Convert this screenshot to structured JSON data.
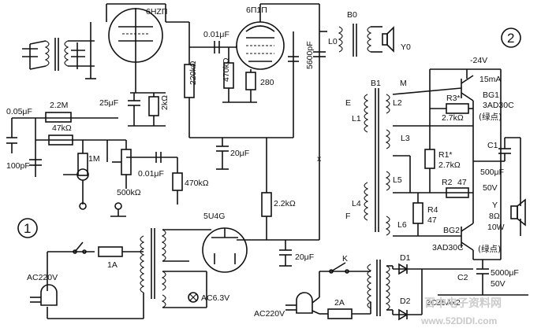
{
  "circuit_numbers": {
    "one": "1",
    "two": "2"
  },
  "tube_amp": {
    "tube_v1": "6HZΠ",
    "tube_v2": "6Π1Π",
    "rectifier_tube": "5U4G",
    "output_transformer": "B0",
    "speaker": "Y0",
    "output_inductor": "L0",
    "cap_input": "0.05μF",
    "res_2m2": "2.2M",
    "res_47k": "47kΩ",
    "cap_100p": "100pF",
    "res_1m": "1M",
    "pot_500k": "500kΩ",
    "cap_001_grid": "0.01μF",
    "res_470k_low": "470kΩ",
    "cap_25u": "25μF",
    "res_2k": "2kΩ",
    "cap_001_top": "0.01μF",
    "res_220k": "220kΩ",
    "res_470k": "470kΩ",
    "res_280": "280",
    "cap_5600p": "5600pF",
    "cap_20u_mid": "20μF",
    "res_2k2": "2.2kΩ",
    "cap_20u_low": "20μF",
    "fuse": "1A",
    "mains": "AC220V",
    "heater": "AC6.3V",
    "cross_mark": "x"
  },
  "transistor_amp": {
    "supply": "-24V",
    "current": "15mA",
    "q1_name": "BG1",
    "q1_type": "3AD30C",
    "q1_mark": "(绿点)",
    "q2_name": "BG2",
    "q2_type": "3AD30C",
    "q2_mark": "(绿点)",
    "transformer_b1": "B1",
    "core_m": "M",
    "terminal_e": "E",
    "terminal_f": "F",
    "coils": [
      "L1",
      "L2",
      "L3",
      "L4",
      "L5",
      "L6"
    ],
    "r3": "R3*",
    "r3_val": "2.7kΩ",
    "r1": "R1*",
    "r1_val": "2.7kΩ",
    "r2": "R2",
    "r2_val": "47",
    "r4": "R4",
    "r4_val": "47",
    "c1": "C1",
    "c1_val": "500μF",
    "c1_volt": "50V",
    "spk": "Y",
    "spk_imp": "8Ω",
    "spk_pow": "10W",
    "c2": "C2",
    "c2_val": "5000μF",
    "c2_volt": "50V",
    "switch": "K",
    "d1": "D1",
    "d2": "D2",
    "diode_type": "2CZ5Ax2",
    "fuse": "2A",
    "mains": "AC220V"
  },
  "watermark": {
    "cn": "百中电子资料网",
    "url": "www.52DIDI.com"
  }
}
